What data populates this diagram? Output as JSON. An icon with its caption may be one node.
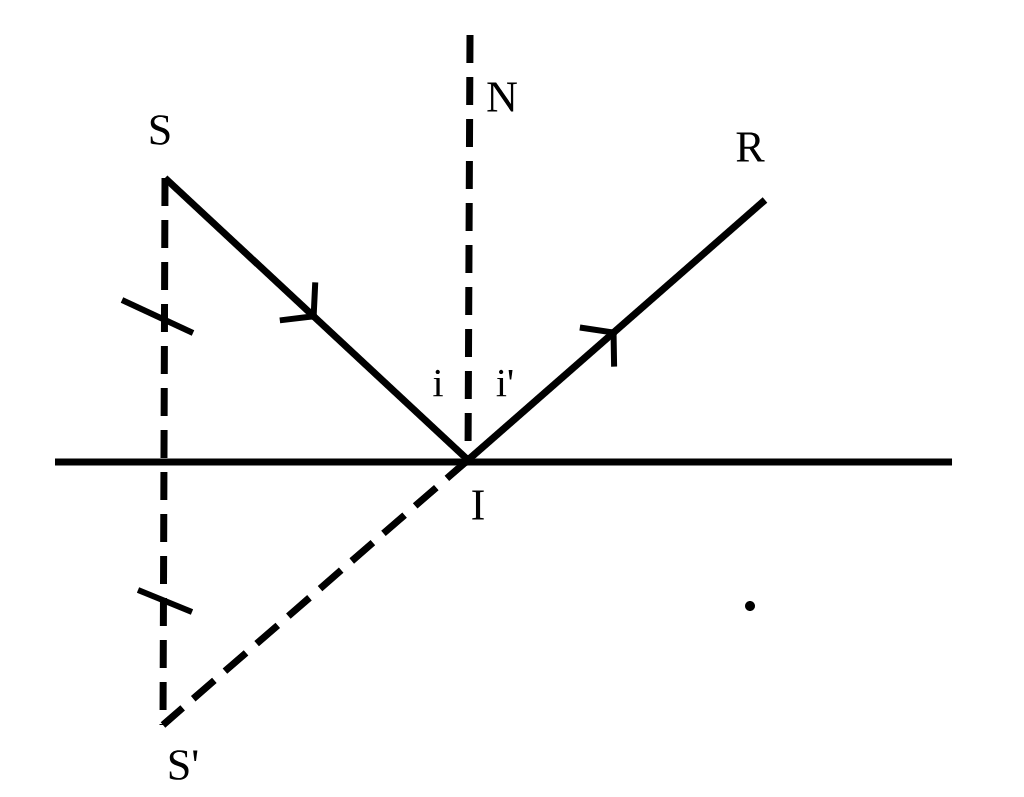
{
  "diagram": {
    "nodes": [
      {
        "text": [
          "S"
        ]
      },
      {
        "text": [
          "N"
        ]
      },
      {
        "text": [
          "R"
        ]
      },
      {
        "text": [
          "I"
        ]
      },
      {
        "text": [
          "S'"
        ]
      }
    ],
    "edges": [
      {
        "from": 0,
        "to": 3,
        "arrow": "to"
      },
      {
        "from": 3,
        "to": 2,
        "arrow": "to"
      },
      {
        "from": 1,
        "to": 3,
        "arrow": "none",
        "style": "dashed"
      },
      {
        "from": 0,
        "to": 4,
        "arrow": "none",
        "style": "dashed"
      },
      {
        "from": 3,
        "to": 4,
        "arrow": "none",
        "style": "dashed"
      }
    ],
    "labels": [
      "i",
      "i'"
    ]
  }
}
